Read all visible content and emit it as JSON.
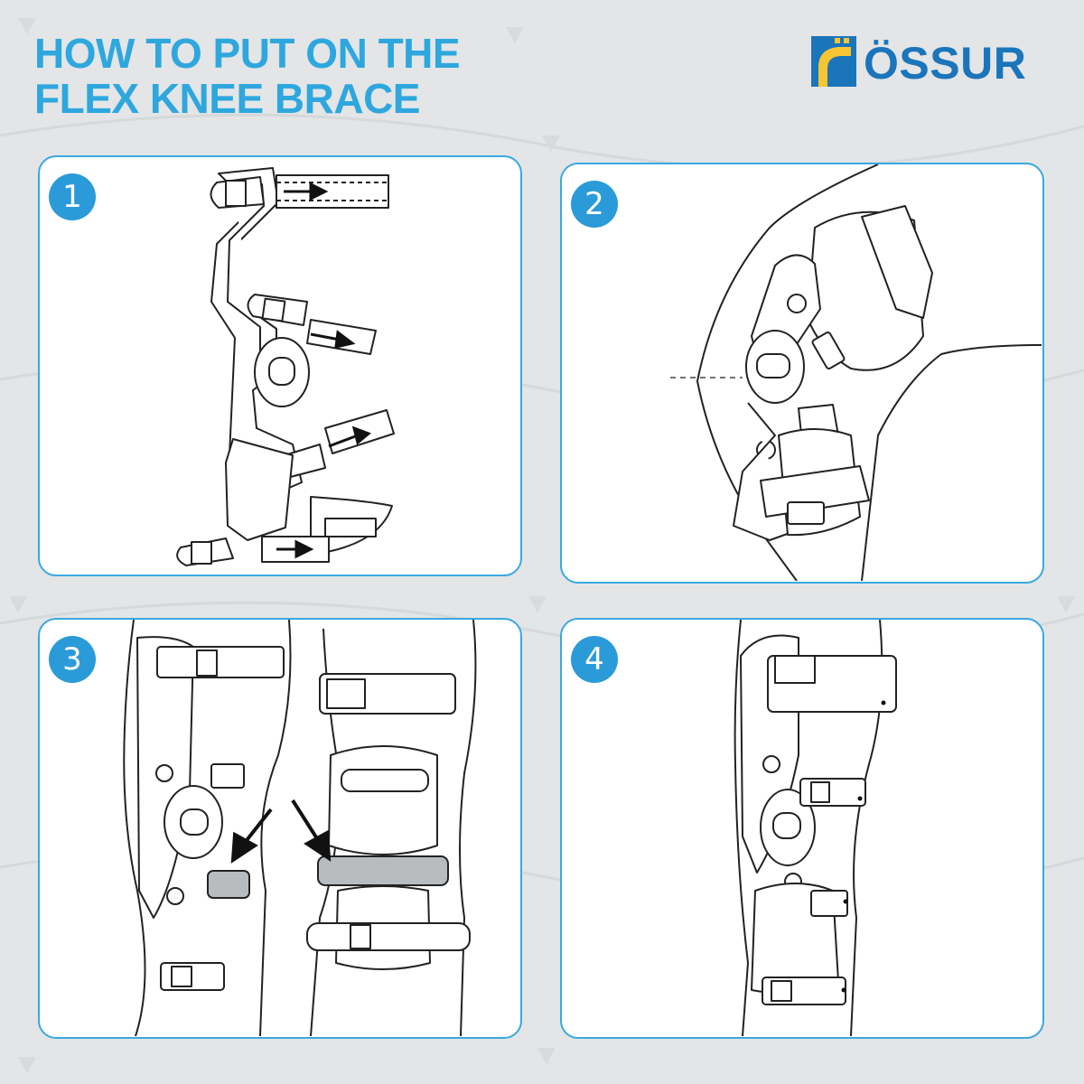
{
  "page": {
    "background": "#e3e5e6",
    "accent": "#2ea7de",
    "title_lines": [
      "HOW TO PUT ON THE",
      "FLEX KNEE BRACE"
    ]
  },
  "logo": {
    "text": "ÖSSUR",
    "text_color": "#1b75bb",
    "mark_colors": [
      "#1b75bb",
      "#f7c531"
    ],
    "icon": "ossur-logo-mark"
  },
  "steps": [
    {
      "number": "1",
      "illustration": "brace-straps-open-arrows-icon"
    },
    {
      "number": "2",
      "illustration": "bent-knee-brace-alignment-icon"
    },
    {
      "number": "3",
      "illustration": "front-side-legs-strap-arrows-icon"
    },
    {
      "number": "4",
      "illustration": "fastened-brace-side-view-icon"
    }
  ]
}
